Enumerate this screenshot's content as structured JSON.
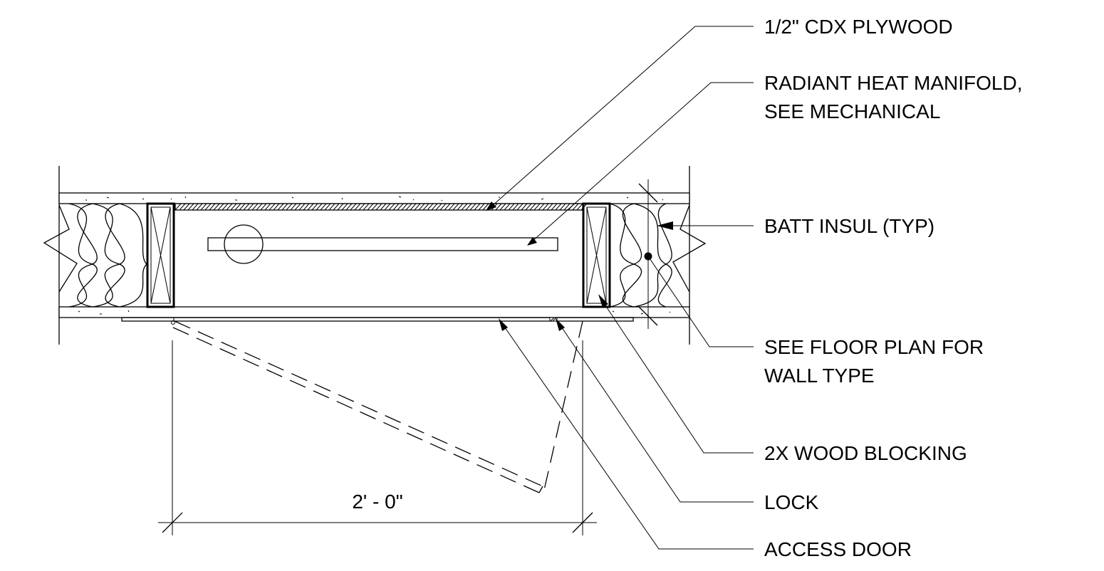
{
  "labels": {
    "plywood": "1/2\" CDX PLYWOOD",
    "manifold_line1": "RADIANT HEAT MANIFOLD,",
    "manifold_line2": "SEE MECHANICAL",
    "batt": "BATT INSUL (TYP)",
    "floor_plan_line1": "SEE FLOOR PLAN FOR",
    "floor_plan_line2": "WALL TYPE",
    "blocking": "2X WOOD BLOCKING",
    "lock": "LOCK",
    "access_door": "ACCESS DOOR"
  },
  "dimension": {
    "width": "2' - 0\""
  },
  "colors": {
    "line": "#000000",
    "background": "#ffffff"
  }
}
